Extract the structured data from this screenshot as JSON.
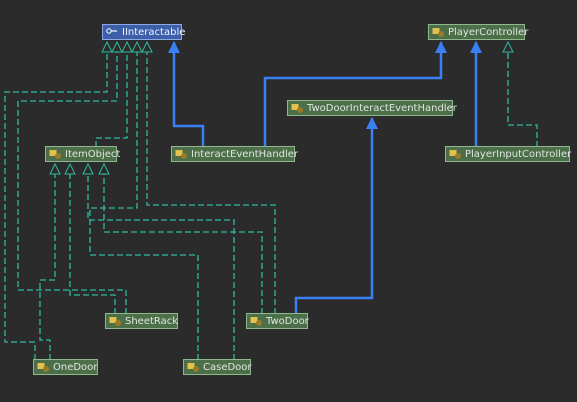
{
  "nodes": [
    {
      "id": "iinteractable",
      "label": "IInteractable",
      "kind": "interface",
      "icon": "interface-icon"
    },
    {
      "id": "player_controller",
      "label": "PlayerController",
      "kind": "class",
      "icon": "class-icon"
    },
    {
      "id": "two_door_handler",
      "label": "TwoDoorInteractEventHandler",
      "kind": "class",
      "icon": "class-icon"
    },
    {
      "id": "item_object",
      "label": "ItemObject",
      "kind": "class",
      "icon": "class-icon"
    },
    {
      "id": "interact_event_handler",
      "label": "InteractEventHandler",
      "kind": "class",
      "icon": "class-icon"
    },
    {
      "id": "player_input_controller",
      "label": "PlayerInputController",
      "kind": "class",
      "icon": "class-icon"
    },
    {
      "id": "sheet_rack",
      "label": "SheetRack",
      "kind": "class",
      "icon": "class-icon"
    },
    {
      "id": "two_door",
      "label": "TwoDoor",
      "kind": "class",
      "icon": "class-icon"
    },
    {
      "id": "one_door",
      "label": "OneDoor",
      "kind": "class",
      "icon": "class-icon"
    },
    {
      "id": "case_door",
      "label": "CaseDoor",
      "kind": "class",
      "icon": "class-icon"
    }
  ],
  "edges": [
    {
      "from": "one_door",
      "to": "iinteractable",
      "type": "realization"
    },
    {
      "from": "sheet_rack",
      "to": "iinteractable",
      "type": "realization"
    },
    {
      "from": "one_door",
      "to": "item_object",
      "type": "realization"
    },
    {
      "from": "sheet_rack",
      "to": "item_object",
      "type": "realization"
    },
    {
      "from": "item_object",
      "to": "iinteractable",
      "type": "realization"
    },
    {
      "from": "case_door",
      "to": "iinteractable",
      "type": "realization"
    },
    {
      "from": "two_door",
      "to": "iinteractable",
      "type": "realization"
    },
    {
      "from": "case_door",
      "to": "item_object",
      "type": "realization"
    },
    {
      "from": "two_door",
      "to": "item_object",
      "type": "realization"
    },
    {
      "from": "player_input_controller",
      "to": "player_controller",
      "type": "realization"
    },
    {
      "from": "interact_event_handler",
      "to": "iinteractable",
      "type": "inheritance"
    },
    {
      "from": "interact_event_handler",
      "to": "player_controller",
      "type": "inheritance"
    },
    {
      "from": "player_input_controller",
      "to": "player_controller",
      "type": "inheritance"
    },
    {
      "from": "two_door",
      "to": "two_door_handler",
      "type": "inheritance"
    }
  ],
  "colors": {
    "background": "#2b2b2b",
    "realization": "#2fb99f",
    "inheritance": "#3b7ff5",
    "class_fill": "#4c6e48",
    "interface_fill": "#3d5fa8"
  }
}
